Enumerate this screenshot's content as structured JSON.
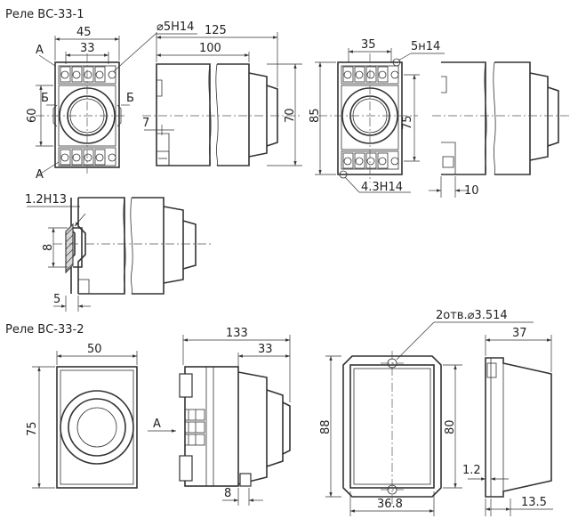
{
  "titles": {
    "relay1": "Реле ВС-33-1",
    "relay2": "Реле ВС-33-2"
  },
  "dims1": {
    "w45": "45",
    "w33": "33",
    "h60": "60",
    "hole": "⌀5H14",
    "w125": "125",
    "w100": "100",
    "h70": "70",
    "d7": "7",
    "w35": "35",
    "hole2": "5н14",
    "h85": "85",
    "h75": "75",
    "hole3": "4.3H14",
    "d10": "10",
    "rail": "1.2H13",
    "r8": "8",
    "r5": "5"
  },
  "labels1": {
    "a_top": "А",
    "a_bot": "А",
    "b_left": "Б",
    "b_right": "Б"
  },
  "dims2": {
    "w50": "50",
    "h75": "75",
    "w133": "133",
    "w33": "33",
    "d8": "8",
    "holes": "2отв.⌀3.514",
    "h88": "88",
    "h80": "80",
    "w36": "36.8",
    "w37": "37",
    "d12": "1.2",
    "d135": "13.5"
  },
  "labels2": {
    "a_arrow": "А"
  }
}
